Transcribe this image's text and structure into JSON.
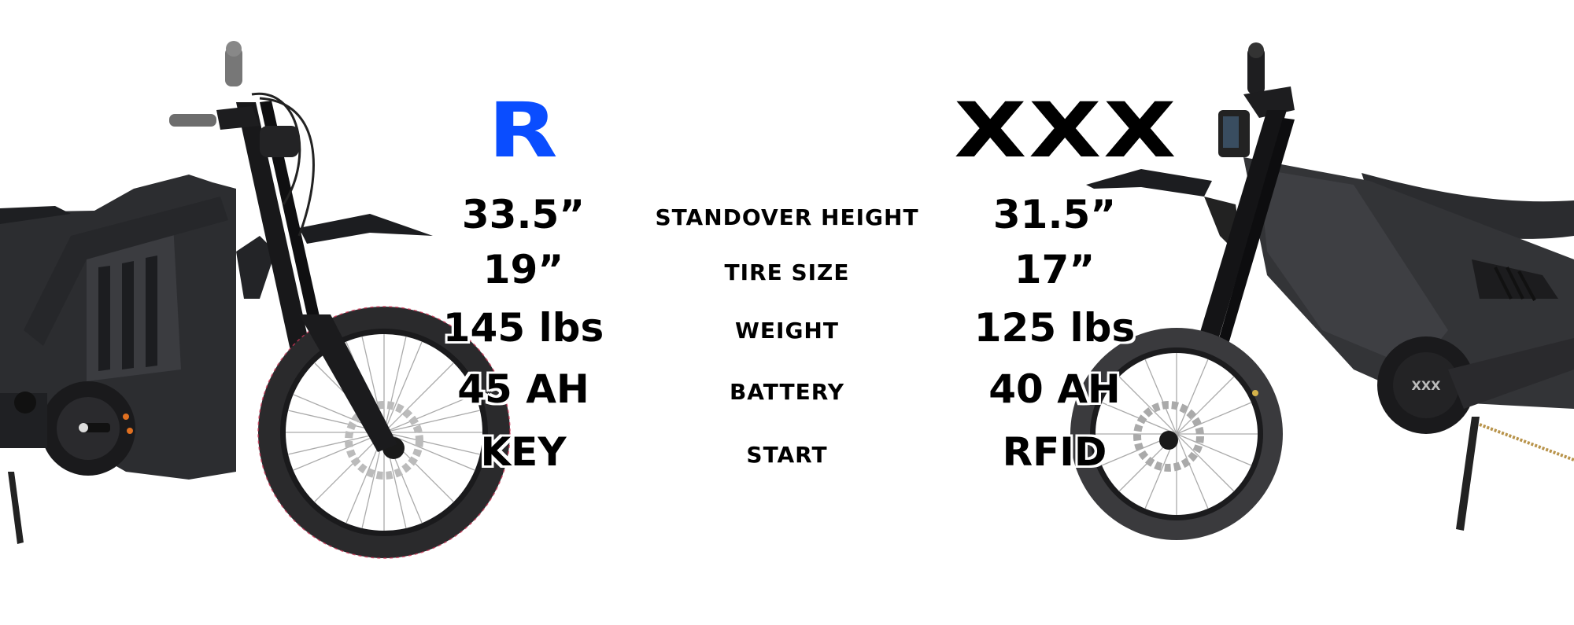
{
  "comparison": {
    "left_model": {
      "name": "R",
      "color": "#0a4dff"
    },
    "right_model": {
      "name": "XXX",
      "color": "#000000"
    },
    "rows": [
      {
        "label": "STANDOVER HEIGHT",
        "left": "33.5”",
        "right": "31.5”"
      },
      {
        "label": "TIRE SIZE",
        "left": "19”",
        "right": "17”"
      },
      {
        "label": "WEIGHT",
        "left": "145 lbs",
        "right": "125 lbs"
      },
      {
        "label": "BATTERY",
        "left": "45 AH",
        "right": "40 AH"
      },
      {
        "label": "START",
        "left": "KEY",
        "right": "RFID"
      }
    ]
  },
  "images": {
    "left_bike": "electric-dirt-bike-front-half-facing-right",
    "right_bike": "electric-dirt-bike-front-half-facing-left"
  }
}
